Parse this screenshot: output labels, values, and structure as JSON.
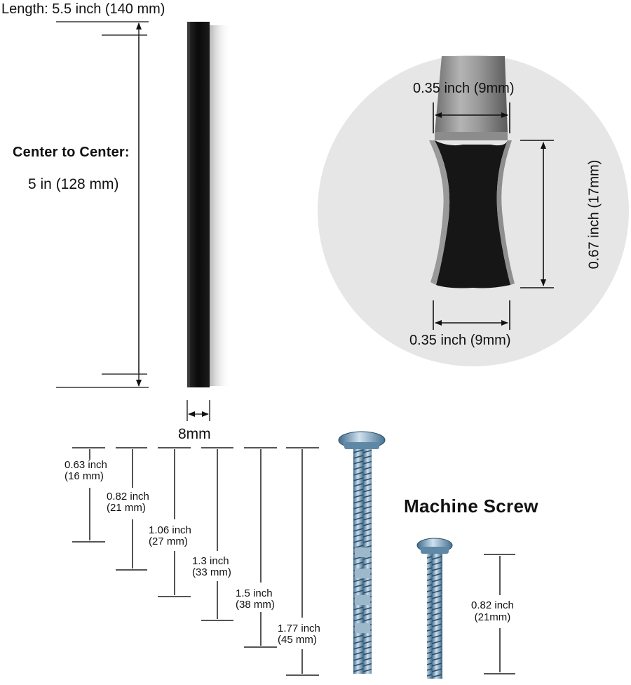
{
  "handle": {
    "length_label": "Length: 5.5 inch (140 mm)",
    "center_to_center_title": "Center to Center:",
    "center_to_center_value": "5 in (128 mm)",
    "width_label": "8mm"
  },
  "profile": {
    "top_width": "0.35 inch (9mm)",
    "bottom_width": "0.35 inch (9mm)",
    "height": "0.67 inch (17mm)"
  },
  "screw_lengths": [
    {
      "inch": "0.63 inch",
      "mm": "(16 mm)"
    },
    {
      "inch": "0.82 inch",
      "mm": "(21 mm)"
    },
    {
      "inch": "1.06 inch",
      "mm": "(27 mm)"
    },
    {
      "inch": "1.3 inch",
      "mm": "(33 mm)"
    },
    {
      "inch": "1.5 inch",
      "mm": "(38 mm)"
    },
    {
      "inch": "1.77 inch",
      "mm": "(45 mm)"
    }
  ],
  "machine_screw": {
    "title": "Machine Screw",
    "size_inch": "0.82 inch",
    "size_mm": "(21mm)"
  },
  "colors": {
    "handle": "#0d0d0d",
    "line": "#555555",
    "screw": "#7fa6c4",
    "circle": "#e6e6e6"
  }
}
